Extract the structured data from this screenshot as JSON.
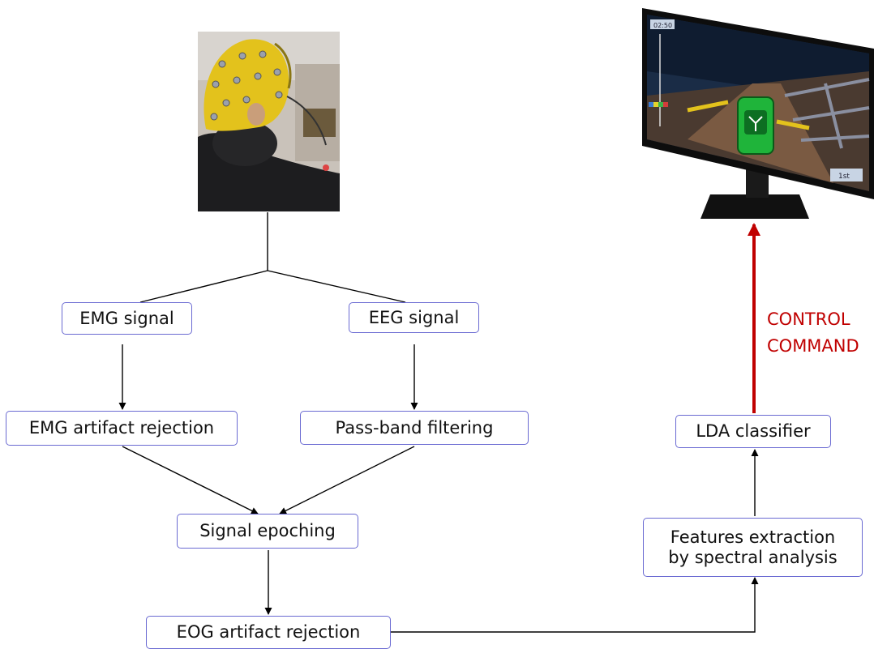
{
  "nodes": {
    "emg_signal": "EMG signal",
    "eeg_signal": "EEG signal",
    "emg_artifact": "EMG artifact rejection",
    "passband": "Pass-band filtering",
    "epoching": "Signal epoching",
    "eog_artifact": "EOG artifact rejection",
    "features_line1": "Features extraction",
    "features_line2": "by spectral analysis",
    "lda": "LDA classifier"
  },
  "command": {
    "line1": "CONTROL",
    "line2": "COMMAND"
  },
  "game_hud": {
    "timer": "02:50",
    "position": "1st"
  },
  "colors": {
    "box_border": "#6a6ad2",
    "arrow": "#000000",
    "command": "#c00000"
  },
  "images": {
    "photo": "participant-with-eeg-cap",
    "display": "monitor-racing-game"
  }
}
